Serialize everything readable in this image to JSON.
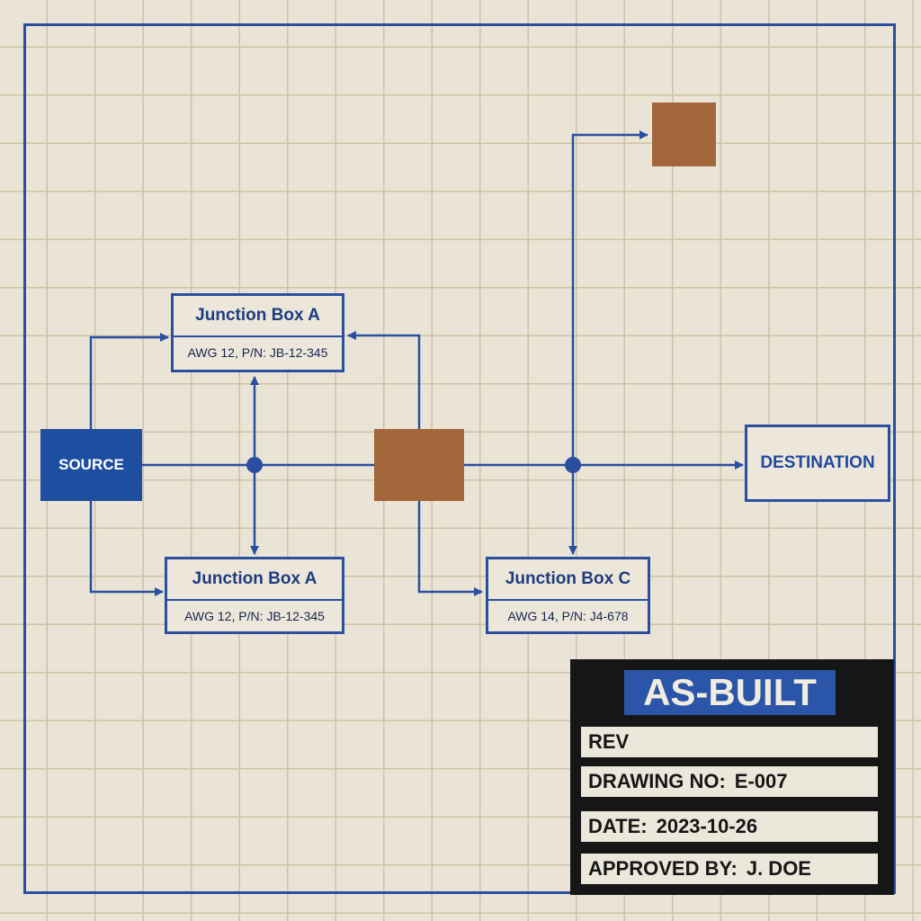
{
  "diagram": {
    "source_label": "SOURCE",
    "destination_label": "DESTINATION",
    "junction_boxes": [
      {
        "title": "Junction Box A",
        "spec": "AWG 12, P/N: JB-12-345"
      },
      {
        "title": "Junction Box A",
        "spec": "AWG 12, P/N: JB-12-345"
      },
      {
        "title": "Junction Box C",
        "spec": "AWG 14, P/N: J4-678"
      }
    ]
  },
  "title_block": {
    "stamp": "AS-BUILT",
    "rev_label": "REV",
    "drawing_no_label": "DRAWING NO:",
    "drawing_no_value": "E-007",
    "date_label": "DATE:",
    "date_value": "2023-10-26",
    "approved_label": "APPROVED BY:",
    "approved_value": "J. DOE"
  },
  "colors": {
    "line": "#2a4fa0",
    "source_fill": "#1e4ea0",
    "component_fill": "#a2663a",
    "title_block_bg": "#161616",
    "paper": "#e9e4d6"
  }
}
